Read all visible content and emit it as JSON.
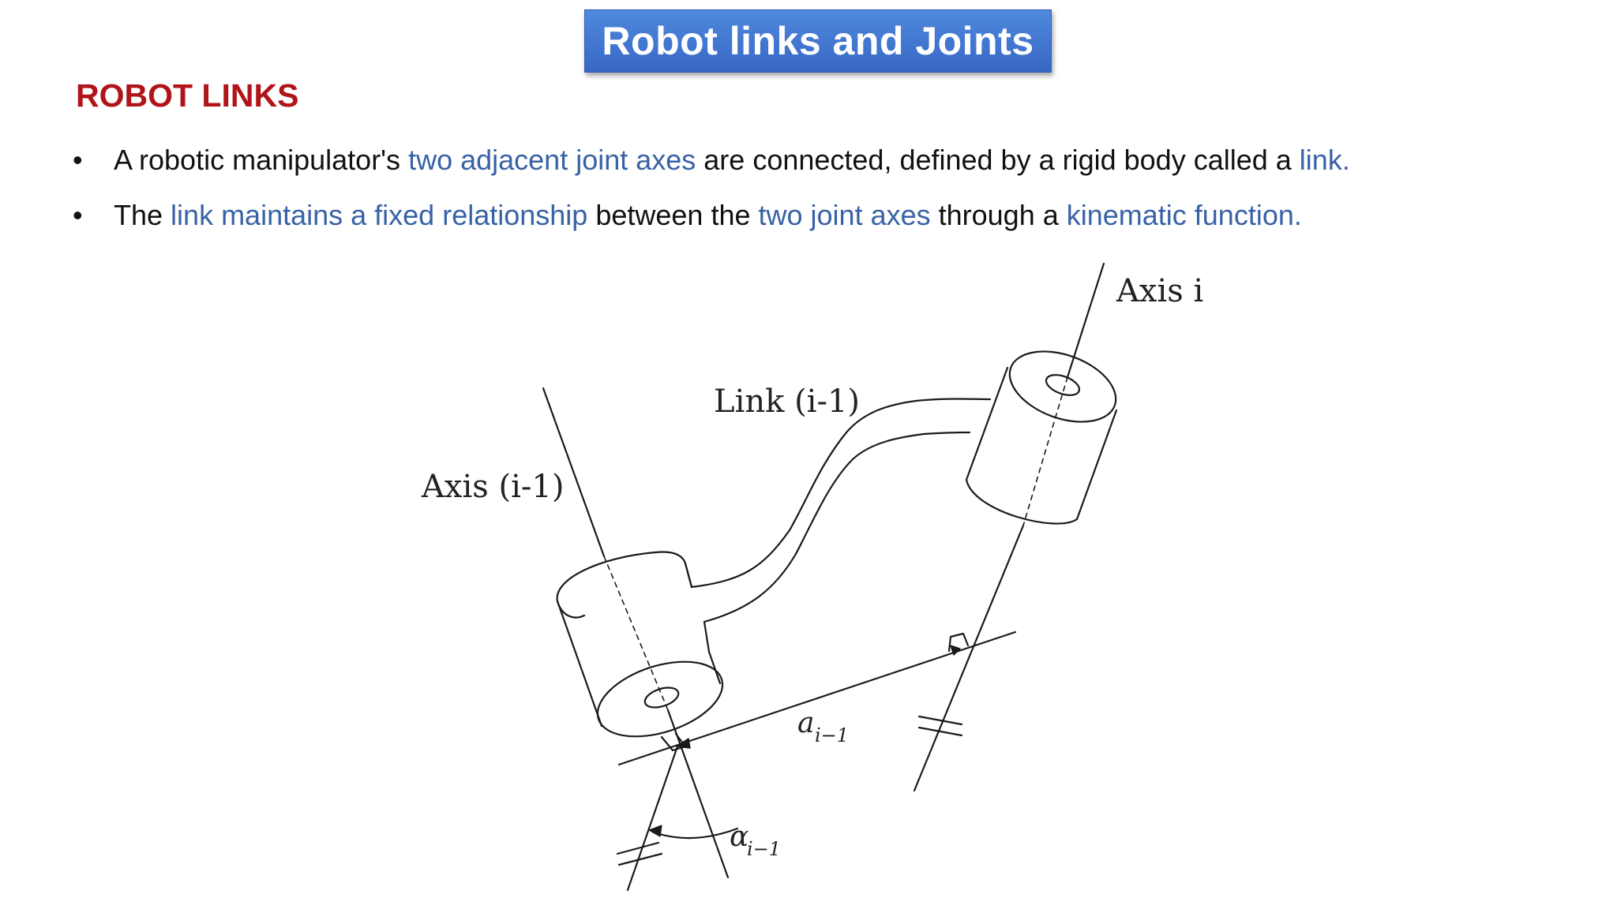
{
  "slide": {
    "title": "Robot links and Joints",
    "section_heading": "ROBOT LINKS",
    "bullets": [
      {
        "marker": "•",
        "parts": [
          {
            "text": "A robotic manipulator's ",
            "highlight": false
          },
          {
            "text": "two adjacent joint axes",
            "highlight": true
          },
          {
            "text": " are connected, defined by a rigid body called a ",
            "highlight": false
          },
          {
            "text": "link.",
            "highlight": true
          }
        ]
      },
      {
        "marker": "•",
        "parts": [
          {
            "text": "The ",
            "highlight": false
          },
          {
            "text": "link maintains a fixed relationship",
            "highlight": true
          },
          {
            "text": " between the ",
            "highlight": false
          },
          {
            "text": "two joint axes",
            "highlight": true
          },
          {
            "text": " through a ",
            "highlight": false
          },
          {
            "text": "kinematic function.",
            "highlight": true
          }
        ]
      }
    ]
  },
  "diagram": {
    "label_axis_i": "Axis i",
    "label_axis_i_minus_1": "Axis (i-1)",
    "label_link": "Link (i-1)",
    "label_a": "a",
    "label_a_sub": "i−1",
    "label_alpha": "α",
    "label_alpha_sub": "i−1"
  },
  "colors": {
    "title_bg": "#3f77d3",
    "heading": "#b01419",
    "highlight_text": "#3862a6",
    "body_text": "#111111"
  }
}
